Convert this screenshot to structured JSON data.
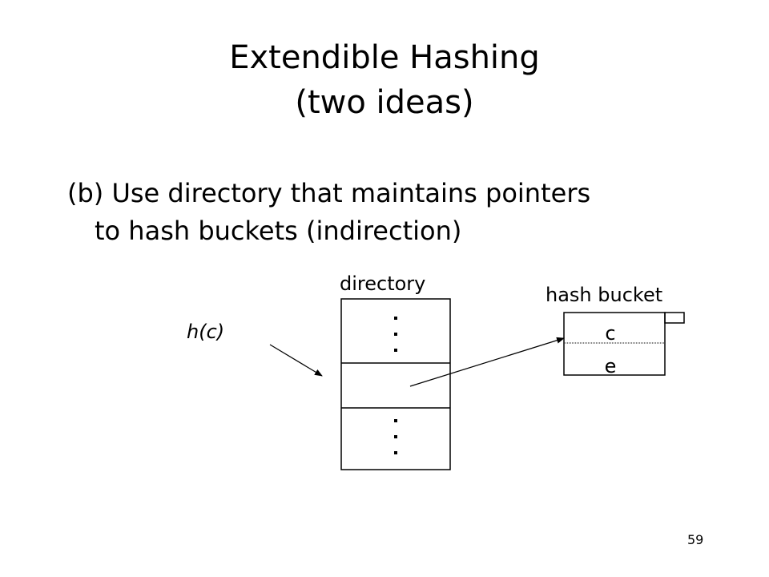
{
  "slide": {
    "title_line1": "Extendible Hashing",
    "title_line2": "(two ideas)",
    "bullet_line1": "(b) Use directory that maintains pointers",
    "bullet_line2": "to hash buckets (indirection)",
    "page_number": "59"
  },
  "diagram": {
    "directory_label": "directory",
    "bucket_label": "hash bucket",
    "hash_label": "h(c)",
    "bucket_entries": [
      "c",
      "e"
    ]
  }
}
